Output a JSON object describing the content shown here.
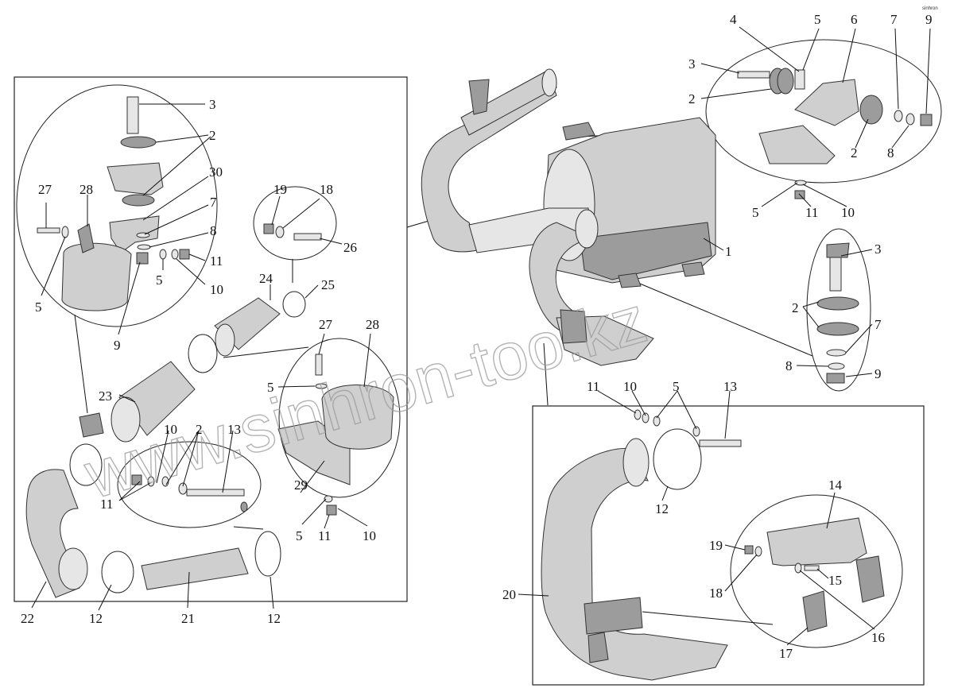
{
  "watermark": "www.sinhron-too.kz",
  "corner_mark": "sinhron",
  "callouts": [
    {
      "id": "c1",
      "text": "1"
    },
    {
      "id": "c2a",
      "text": "2"
    },
    {
      "id": "c2b",
      "text": "2"
    },
    {
      "id": "c2c",
      "text": "2"
    },
    {
      "id": "c2d",
      "text": "2"
    },
    {
      "id": "c2e",
      "text": "2"
    },
    {
      "id": "c2f",
      "text": "2"
    },
    {
      "id": "c3a",
      "text": "3"
    },
    {
      "id": "c3b",
      "text": "3"
    },
    {
      "id": "c3c",
      "text": "3"
    },
    {
      "id": "c4",
      "text": "4"
    },
    {
      "id": "c5a",
      "text": "5"
    },
    {
      "id": "c5b",
      "text": "5"
    },
    {
      "id": "c5c",
      "text": "5"
    },
    {
      "id": "c5d",
      "text": "5"
    },
    {
      "id": "c5e",
      "text": "5"
    },
    {
      "id": "c5f",
      "text": "5"
    },
    {
      "id": "c5g",
      "text": "5"
    },
    {
      "id": "c6",
      "text": "6"
    },
    {
      "id": "c7a",
      "text": "7"
    },
    {
      "id": "c7b",
      "text": "7"
    },
    {
      "id": "c7c",
      "text": "7"
    },
    {
      "id": "c8a",
      "text": "8"
    },
    {
      "id": "c8b",
      "text": "8"
    },
    {
      "id": "c8c",
      "text": "8"
    },
    {
      "id": "c9a",
      "text": "9"
    },
    {
      "id": "c9b",
      "text": "9"
    },
    {
      "id": "c9c",
      "text": "9"
    },
    {
      "id": "c10a",
      "text": "10"
    },
    {
      "id": "c10b",
      "text": "10"
    },
    {
      "id": "c10c",
      "text": "10"
    },
    {
      "id": "c10d",
      "text": "10"
    },
    {
      "id": "c10e",
      "text": "10"
    },
    {
      "id": "c10f",
      "text": "10"
    },
    {
      "id": "c11a",
      "text": "11"
    },
    {
      "id": "c11b",
      "text": "11"
    },
    {
      "id": "c11c",
      "text": "11"
    },
    {
      "id": "c11d",
      "text": "11"
    },
    {
      "id": "c11e",
      "text": "11"
    },
    {
      "id": "c12a",
      "text": "12"
    },
    {
      "id": "c12b",
      "text": "12"
    },
    {
      "id": "c12c",
      "text": "12"
    },
    {
      "id": "c13a",
      "text": "13"
    },
    {
      "id": "c13b",
      "text": "13"
    },
    {
      "id": "c14",
      "text": "14"
    },
    {
      "id": "c15",
      "text": "15"
    },
    {
      "id": "c16",
      "text": "16"
    },
    {
      "id": "c17",
      "text": "17"
    },
    {
      "id": "c18a",
      "text": "18"
    },
    {
      "id": "c18b",
      "text": "18"
    },
    {
      "id": "c19a",
      "text": "19"
    },
    {
      "id": "c19b",
      "text": "19"
    },
    {
      "id": "c20",
      "text": "20"
    },
    {
      "id": "c21",
      "text": "21"
    },
    {
      "id": "c22",
      "text": "22"
    },
    {
      "id": "c23",
      "text": "23"
    },
    {
      "id": "c24",
      "text": "24"
    },
    {
      "id": "c25",
      "text": "25"
    },
    {
      "id": "c26",
      "text": "26"
    },
    {
      "id": "c27a",
      "text": "27"
    },
    {
      "id": "c27b",
      "text": "27"
    },
    {
      "id": "c28a",
      "text": "28"
    },
    {
      "id": "c28b",
      "text": "28"
    },
    {
      "id": "c29",
      "text": "29"
    },
    {
      "id": "c30",
      "text": "30"
    }
  ]
}
